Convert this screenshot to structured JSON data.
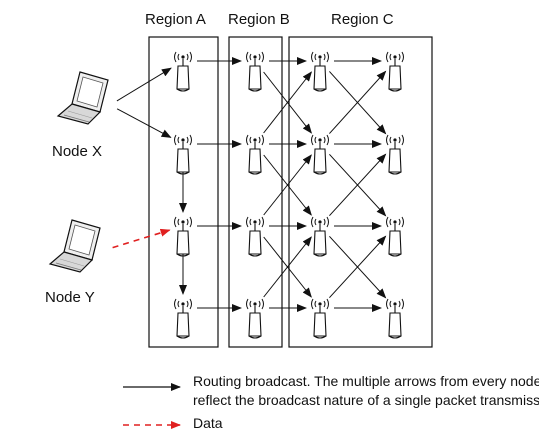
{
  "regions": [
    {
      "id": "A",
      "label": "Region A"
    },
    {
      "id": "B",
      "label": "Region B"
    },
    {
      "id": "C",
      "label": "Region C"
    }
  ],
  "hosts": [
    {
      "id": "X",
      "label": "Node X",
      "icon": "laptop-icon"
    },
    {
      "id": "Y",
      "label": "Node Y",
      "icon": "laptop-icon"
    }
  ],
  "routers": [
    {
      "id": "A1",
      "region": "A"
    },
    {
      "id": "A2",
      "region": "A"
    },
    {
      "id": "A3",
      "region": "A"
    },
    {
      "id": "A4",
      "region": "A"
    },
    {
      "id": "B1",
      "region": "B"
    },
    {
      "id": "B2",
      "region": "B"
    },
    {
      "id": "B3",
      "region": "B"
    },
    {
      "id": "B4",
      "region": "B"
    },
    {
      "id": "C11",
      "region": "C"
    },
    {
      "id": "C12",
      "region": "C"
    },
    {
      "id": "C13",
      "region": "C"
    },
    {
      "id": "C14",
      "region": "C"
    },
    {
      "id": "C21",
      "region": "C"
    },
    {
      "id": "C22",
      "region": "C"
    },
    {
      "id": "C23",
      "region": "C"
    },
    {
      "id": "C24",
      "region": "C"
    }
  ],
  "edges": [
    {
      "from": "X",
      "to": "A1",
      "type": "routing"
    },
    {
      "from": "X",
      "to": "A2",
      "type": "routing"
    },
    {
      "from": "A1",
      "to": "B1",
      "type": "routing"
    },
    {
      "from": "A2",
      "to": "B2",
      "type": "routing"
    },
    {
      "from": "A2",
      "to": "A3",
      "type": "routing"
    },
    {
      "from": "A3",
      "to": "A4",
      "type": "routing"
    },
    {
      "from": "A3",
      "to": "B3",
      "type": "routing"
    },
    {
      "from": "A4",
      "to": "B4",
      "type": "routing"
    },
    {
      "from": "B1",
      "to": "C11",
      "type": "routing"
    },
    {
      "from": "B1",
      "to": "C12",
      "type": "routing"
    },
    {
      "from": "B2",
      "to": "C12",
      "type": "routing"
    },
    {
      "from": "B2",
      "to": "C11",
      "type": "routing"
    },
    {
      "from": "B2",
      "to": "C13",
      "type": "routing"
    },
    {
      "from": "B3",
      "to": "C13",
      "type": "routing"
    },
    {
      "from": "B3",
      "to": "C12",
      "type": "routing"
    },
    {
      "from": "B3",
      "to": "C14",
      "type": "routing"
    },
    {
      "from": "B4",
      "to": "C14",
      "type": "routing"
    },
    {
      "from": "B4",
      "to": "C13",
      "type": "routing"
    },
    {
      "from": "C11",
      "to": "C21",
      "type": "routing"
    },
    {
      "from": "C11",
      "to": "C22",
      "type": "routing"
    },
    {
      "from": "C12",
      "to": "C22",
      "type": "routing"
    },
    {
      "from": "C12",
      "to": "C21",
      "type": "routing"
    },
    {
      "from": "C12",
      "to": "C23",
      "type": "routing"
    },
    {
      "from": "C13",
      "to": "C23",
      "type": "routing"
    },
    {
      "from": "C13",
      "to": "C22",
      "type": "routing"
    },
    {
      "from": "C13",
      "to": "C24",
      "type": "routing"
    },
    {
      "from": "C14",
      "to": "C24",
      "type": "routing"
    },
    {
      "from": "C14",
      "to": "C23",
      "type": "routing"
    },
    {
      "from": "Y",
      "to": "A3",
      "type": "data"
    }
  ],
  "legend": [
    {
      "type": "routing",
      "text_line1": "Routing broadcast. The multiple arrows from every node",
      "text_line2": "reflect the broadcast nature of a single packet transmission"
    },
    {
      "type": "data",
      "text_line1": "Data",
      "text_line2": ""
    }
  ],
  "colors": {
    "routing": "#111111",
    "data": "#e02020",
    "tower_fill": "#ffffff",
    "outline": "#111111"
  }
}
